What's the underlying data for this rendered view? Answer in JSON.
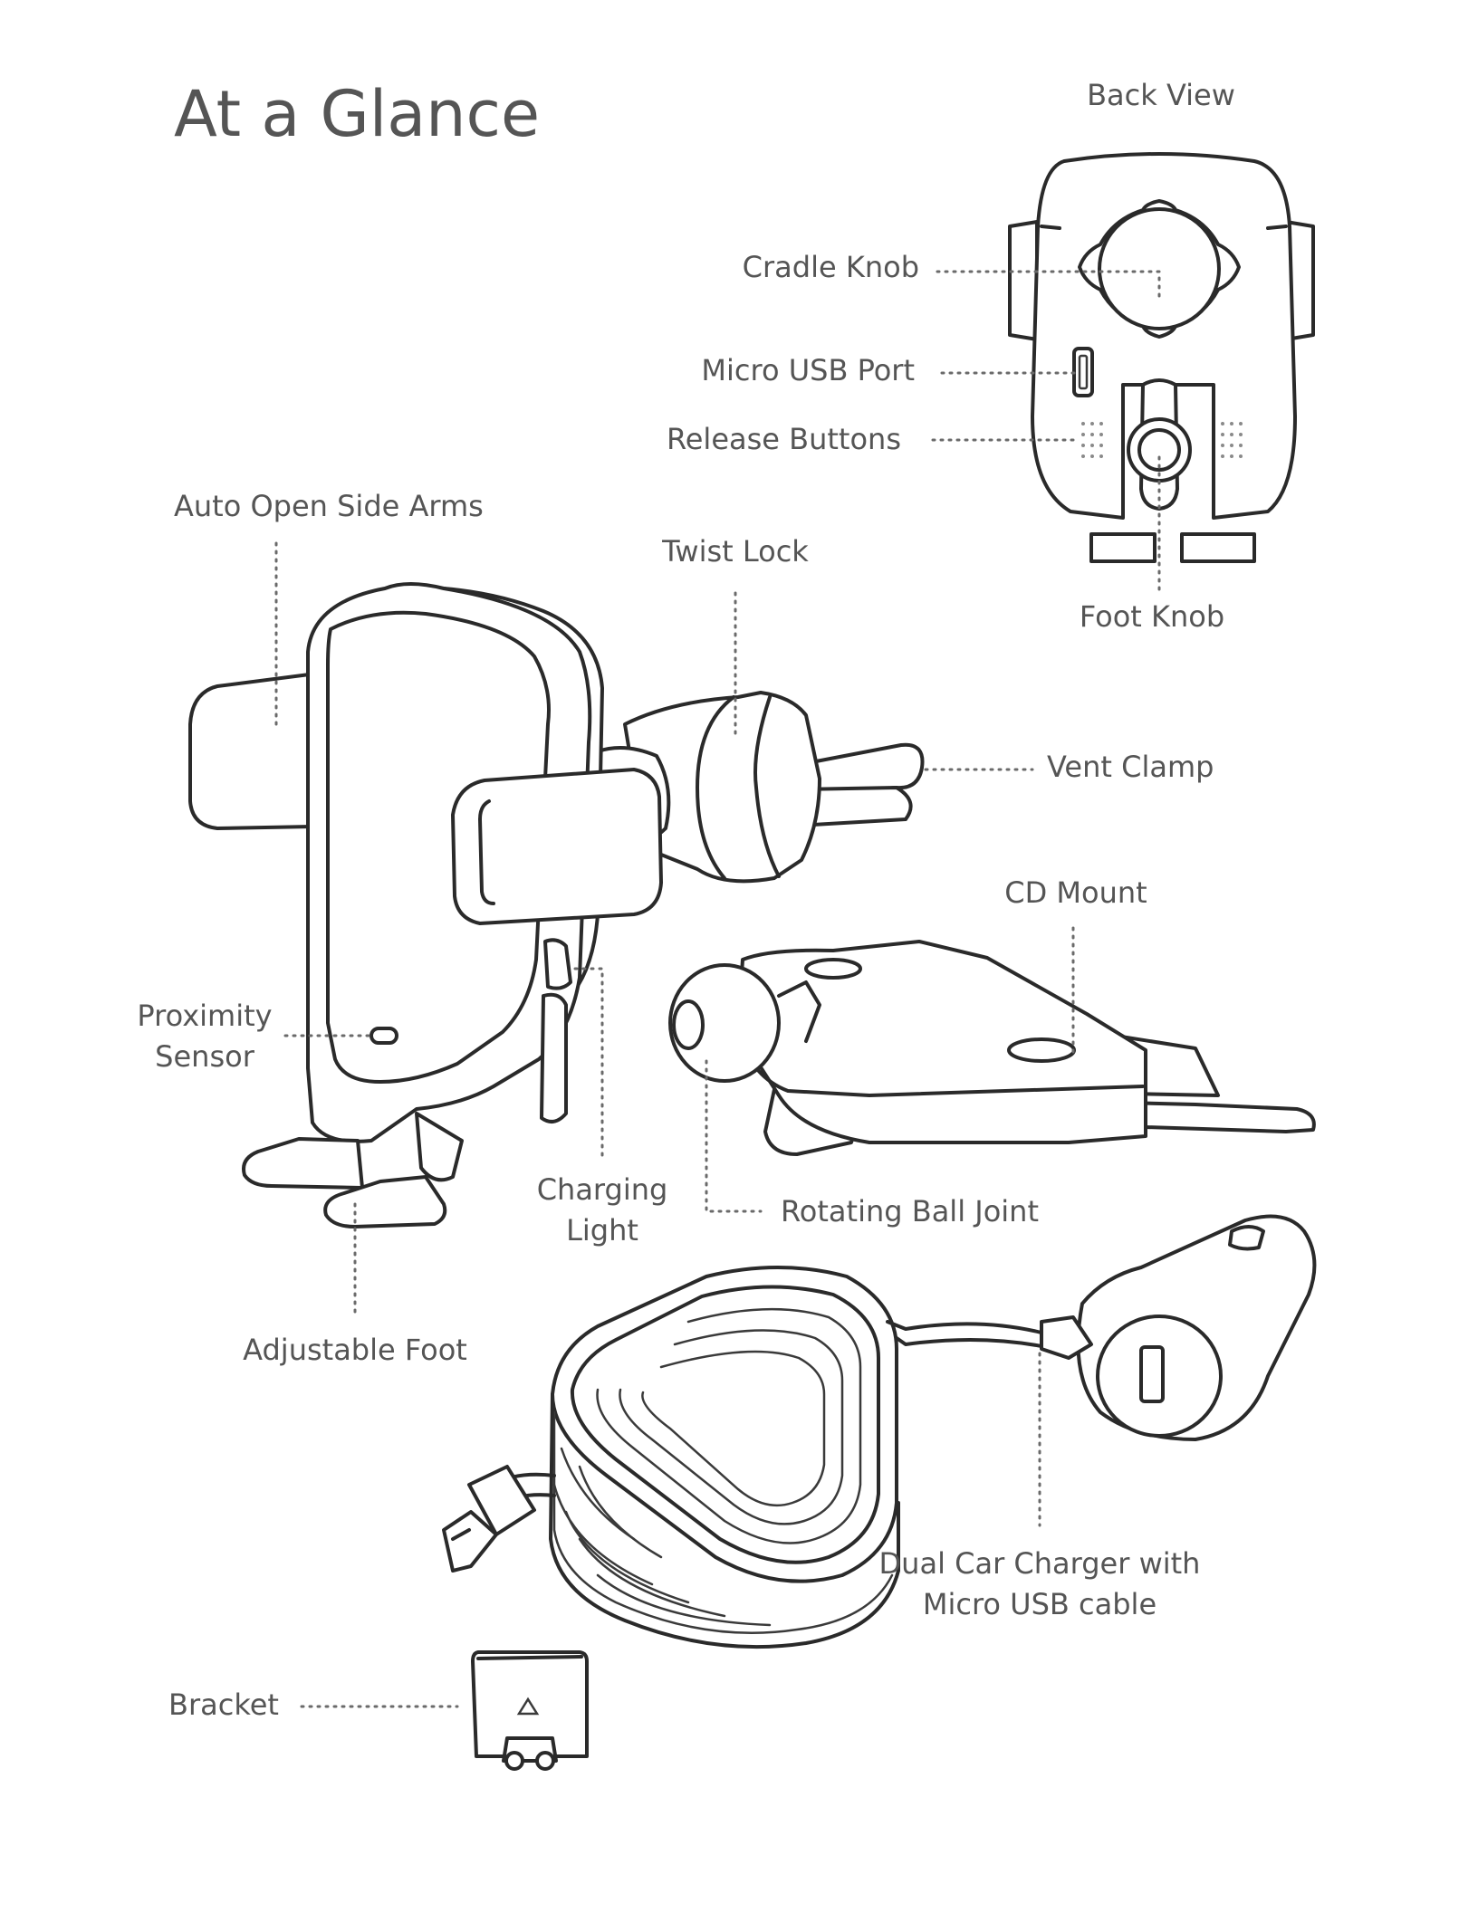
{
  "title": "At a Glance",
  "back_view": {
    "heading": "Back View"
  },
  "labels": {
    "cradle_knob": "Cradle Knob",
    "micro_usb_port": "Micro USB Port",
    "release_buttons": "Release Buttons",
    "foot_knob": "Foot Knob",
    "auto_open_side_arms": "Auto Open Side Arms",
    "twist_lock": "Twist Lock",
    "vent_clamp": "Vent Clamp",
    "cd_mount": "CD Mount",
    "proximity_sensor_line1": "Proximity",
    "proximity_sensor_line2": "Sensor",
    "charging_light_line1": "Charging",
    "charging_light_line2": "Light",
    "rotating_ball_joint": "Rotating Ball Joint",
    "adjustable_foot": "Adjustable Foot",
    "dual_car_charger_line1": "Dual Car Charger with",
    "dual_car_charger_line2": "Micro USB cable",
    "bracket": "Bracket"
  },
  "colors": {
    "text": "#555555",
    "line": "#2a2a2a",
    "leader": "#6a6a6a",
    "background": "#ffffff"
  }
}
